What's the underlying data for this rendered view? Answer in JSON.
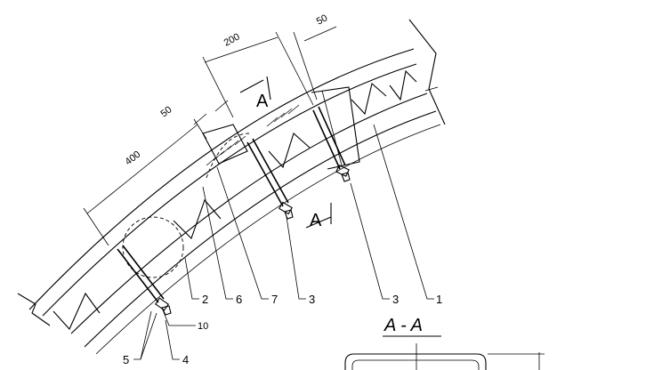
{
  "labels": {
    "dim_400": "400",
    "dim_50_left": "50",
    "dim_200": "200",
    "dim_50_right": "50",
    "section_mark_upper": "A",
    "section_mark_lower": "A",
    "section_title": "A - A",
    "leader_1": "1",
    "leader_2": "2",
    "leader_3a": "3",
    "leader_3b": "3",
    "leader_4": "4",
    "leader_5": "5",
    "leader_6": "6",
    "leader_7": "7",
    "leader_10": "10"
  }
}
